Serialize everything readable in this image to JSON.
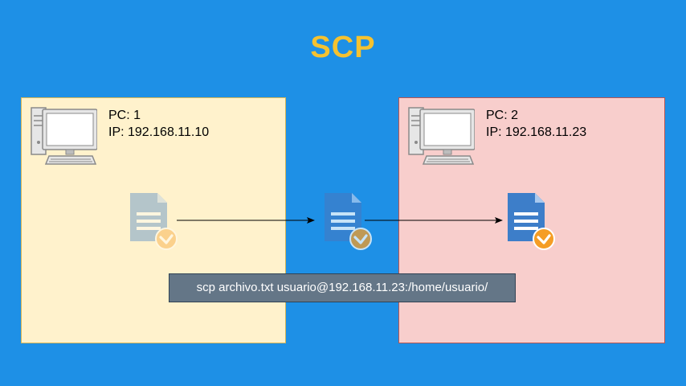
{
  "title": "SCP",
  "pc1": {
    "name": "PC: 1",
    "ip": "IP: 192.168.11.10"
  },
  "pc2": {
    "name": "PC: 2",
    "ip": "IP: 192.168.11.23"
  },
  "command": "scp archivo.txt usuario@192.168.11.23:/home/usuario/",
  "colors": {
    "background": "#1e90e6",
    "title": "#f5c230",
    "pc1_box": "#fff2cc",
    "pc2_box": "#f8cecc",
    "command_box": "#647687",
    "document": "#3d7ec9",
    "check_badge": "#f59d25"
  },
  "icons": {
    "computer": "desktop-computer-icon",
    "file": "document-check-icon"
  }
}
